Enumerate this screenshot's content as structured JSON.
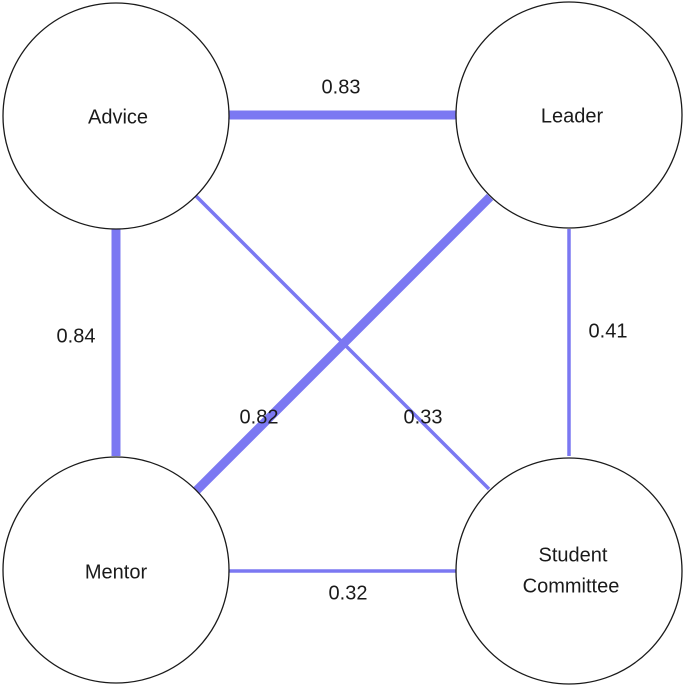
{
  "nodes": {
    "advice": {
      "label": [
        "Advice"
      ]
    },
    "leader": {
      "label": [
        "Leader"
      ]
    },
    "mentor": {
      "label": [
        "Mentor"
      ]
    },
    "student_committee": {
      "label": [
        "Student",
        "Committee"
      ]
    }
  },
  "edges": [
    {
      "id": "advice-leader",
      "from": "Advice",
      "to": "Leader",
      "weight": 0.83,
      "label": "0.83"
    },
    {
      "id": "advice-mentor",
      "from": "Advice",
      "to": "Mentor",
      "weight": 0.84,
      "label": "0.84"
    },
    {
      "id": "leader-mentor",
      "from": "Leader",
      "to": "Mentor",
      "weight": 0.82,
      "label": "0.82"
    },
    {
      "id": "advice-student-committee",
      "from": "Advice",
      "to": "Student Committee",
      "weight": 0.33,
      "label": "0.33"
    },
    {
      "id": "leader-student-committee",
      "from": "Leader",
      "to": "Student Committee",
      "weight": 0.41,
      "label": "0.41"
    },
    {
      "id": "mentor-student-committee",
      "from": "Mentor",
      "to": "Student Committee",
      "weight": 0.32,
      "label": "0.32"
    }
  ],
  "colors": {
    "edge": "#7b78f2",
    "node_stroke": "#1a1a1a",
    "text": "#1a1a1a"
  }
}
